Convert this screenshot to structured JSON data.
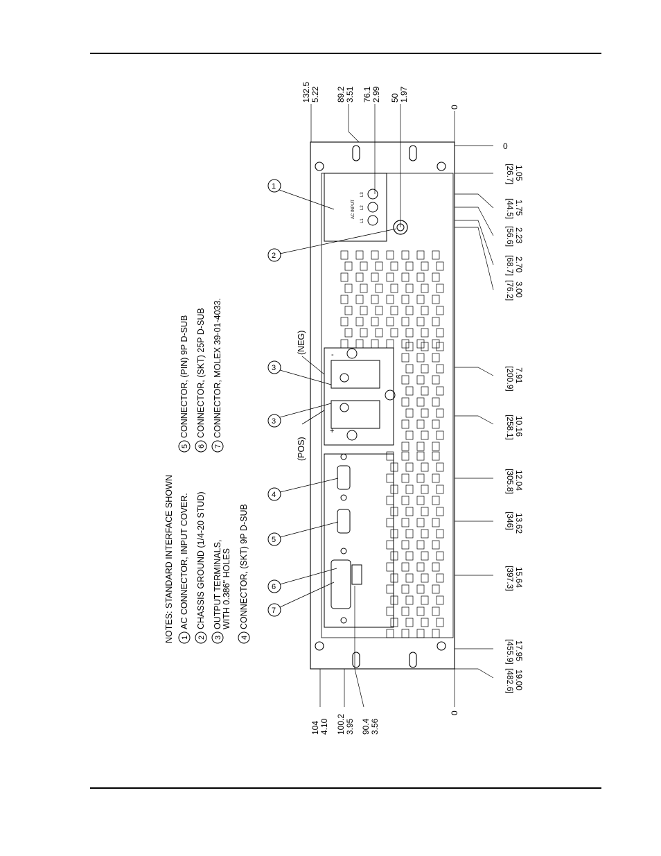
{
  "notes": {
    "header": "NOTES: STANDARD INTERFACE SHOWN",
    "items": [
      {
        "num": "1",
        "text": "AC CONNECTOR, INPUT COVER."
      },
      {
        "num": "2",
        "text": "CHASSIS GROUND (1/4-20 STUD)"
      },
      {
        "num": "3",
        "text": "OUTPUT TERMINALS,",
        "text2": "WITH 0.386\" HOLES"
      },
      {
        "num": "4",
        "text": "CONNECTOR, (SKT) 9P D-SUB"
      },
      {
        "num": "5",
        "text": "CONNECTOR, (PIN) 9P D-SUB"
      },
      {
        "num": "6",
        "text": "CONNECTOR, (SKT) 25P D-SUB"
      },
      {
        "num": "7",
        "text": "CONNECTOR, MOLEX 39-01-4033."
      }
    ]
  },
  "labels": {
    "pos": "(POS)",
    "neg": "(NEG)",
    "plus": "+",
    "minus": "-",
    "ac_input": "AC INPUT",
    "l1": "L1",
    "l2": "L2",
    "l3": "L3"
  },
  "callouts": [
    "1",
    "2",
    "3",
    "3",
    "4",
    "5",
    "6",
    "7"
  ],
  "top_dims": [
    {
      "mm": "132.5",
      "in": "5.22"
    },
    {
      "mm": "89.2",
      "in": "3.51"
    },
    {
      "mm": "76.1",
      "in": "2.99"
    },
    {
      "mm": "50",
      "in": "1.97"
    }
  ],
  "bottom_dims": [
    {
      "mm": "104",
      "in": "4.10"
    },
    {
      "mm": "100.2",
      "in": "3.95"
    },
    {
      "mm": "90.4",
      "in": "3.56"
    }
  ],
  "right_dims": [
    {
      "mm": "26.7",
      "in": "1.05"
    },
    {
      "mm": "44.5",
      "in": "1.75"
    },
    {
      "mm": "56.6",
      "in": "2.23"
    },
    {
      "mm": "68.7",
      "in": "2.70"
    },
    {
      "mm": "76.2",
      "in": "3.00"
    },
    {
      "mm": "200.9",
      "in": "7.91"
    },
    {
      "mm": "258.1",
      "in": "10.16"
    },
    {
      "mm": "305.8",
      "in": "12.04"
    },
    {
      "mm": "346",
      "in": "13.62"
    },
    {
      "mm": "397.3",
      "in": "15.64"
    },
    {
      "mm": "455.9",
      "in": "17.95"
    },
    {
      "mm": "482.6",
      "in": "19.00"
    }
  ],
  "zero_labels": [
    "0",
    "0",
    "0"
  ]
}
